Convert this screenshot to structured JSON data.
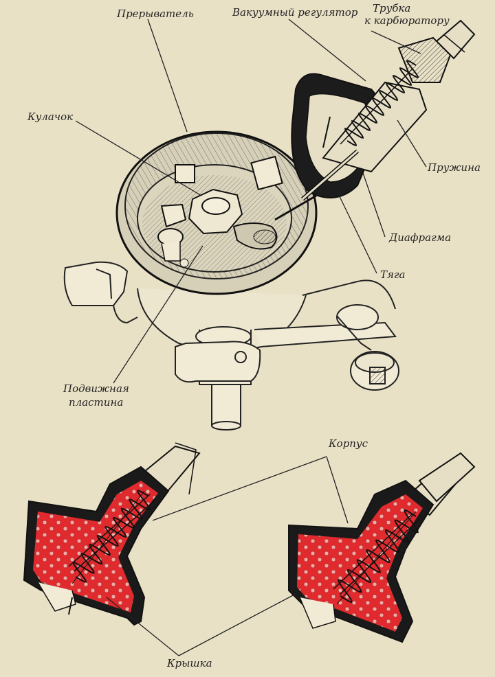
{
  "labels": {
    "breaker": "Прерыватель",
    "vacuum_regulator": "Вакуумный регулятор",
    "tube_line1": "Трубка",
    "tube_line2": "к карбюратору",
    "cam": "Кулачок",
    "spring": "Пружина",
    "diaphragm": "Диафрагма",
    "rod": "Тяга",
    "plate_line1": "Подвижная",
    "plate_line2": "пластина",
    "housing": "Корпус",
    "cover": "Крышка"
  },
  "colors": {
    "paper": "#e9e1c6",
    "ink": "#222222",
    "chamber": "#e02a2e",
    "dots": "#f2b8b0"
  }
}
